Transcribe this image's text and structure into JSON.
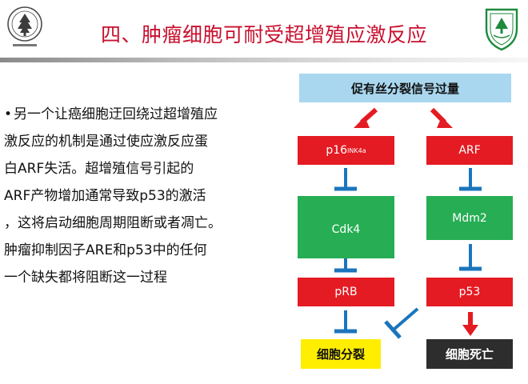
{
  "title": "四、肿瘤细胞可耐受超增殖应激反应",
  "body": {
    "bullet": "•",
    "lines": [
      "另一个让癌细胞迂回绕过超增殖应",
      "激反应的机制是通过使应激反应蛋",
      "白ARF失活。超增殖信号引起的",
      "ARF产物增加通常导致p53的激活",
      "，这将启动细胞周期阻断或者凋亡。",
      "肿瘤抑制因子ARE和p53中的任何",
      "一个缺失都将阻断这一过程"
    ]
  },
  "diagram": {
    "top_box": "促有丝分裂信号过量",
    "p16": {
      "main": "p16",
      "sup": "INK4a"
    },
    "arf": "ARF",
    "cdk4": "Cdk4",
    "mdm2": "Mdm2",
    "prb": "pRB",
    "p53": "p53",
    "proliferation": "细胞分裂",
    "death": "细胞死亡"
  },
  "colors": {
    "title": "#c8102e",
    "signal_box": "#a9d7ef",
    "red_box": "#e41b23",
    "green_box": "#27ae54",
    "proliferation_box": "#ffee00",
    "death_box": "#2d2d2d",
    "inhibit": "#1b75bc",
    "activate_arrow": "#e41b23"
  }
}
